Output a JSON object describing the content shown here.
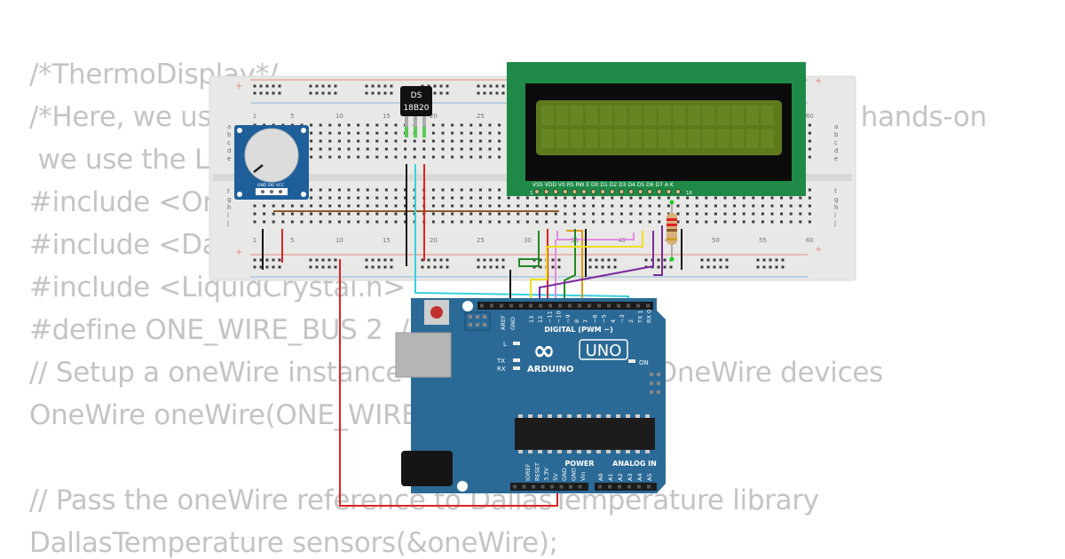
{
  "code_lines": [
    "/*ThermoDisplay*/",
    "/*Here, we us                                                                      s in hands-on",
    " we use the LI",
    "#include <On",
    "#include <Dal",
    "#include <LiquidCrystal.h>",
    "#define ONE_WIRE_BUS 2  //                     ata",
    "// Setup a oneWire instance                    h any OneWire devices",
    "OneWire oneWire(ONE_WIRE",
    "",
    "// Pass the oneWire reference to DallasTemperature library",
    "DallasTemperature sensors(&oneWire);"
  ],
  "breadboard": {
    "col_numbers": [
      "1",
      "5",
      "10",
      "15",
      "20",
      "25",
      "30",
      "35",
      "40",
      "45",
      "50",
      "55",
      "60"
    ],
    "row_letters_top": [
      "a",
      "b",
      "c",
      "d",
      "e"
    ],
    "row_letters_bottom": [
      "f",
      "g",
      "h",
      "i",
      "j"
    ],
    "rail_plus": "+",
    "rail_minus": "-"
  },
  "sensor": {
    "label_line1": "DS",
    "label_line2": "18B20"
  },
  "potentiometer": {
    "pin_labels": "GND  SIG  VCC"
  },
  "lcd": {
    "pin_header": "VSS VDD V0 RS RW E D0 D1 D2 D3 D4 D5 D6 D7 A K",
    "pin_start": "1",
    "pin_end": "16",
    "screen_color": "#5f7a1c",
    "board_color": "#1f8a48"
  },
  "arduino": {
    "logo_text": "ARDUINO",
    "model_text": "UNO",
    "digital_label": "DIGITAL (PWM ~)",
    "power_label": "POWER",
    "analog_label": "ANALOG IN",
    "on_label": "ON",
    "l_label": "L",
    "tx_label": "TX",
    "rx_label": "RX",
    "aref": "AREF",
    "gnd": "GND",
    "digital_pins": [
      "13",
      "12",
      "~11",
      "~10",
      "~9",
      "8",
      "7",
      "~6",
      "~5",
      "4",
      "~3",
      "2",
      "TX 1",
      "RX 0"
    ],
    "power_pins": [
      "IOREF",
      "RESET",
      "3.3V",
      "5V",
      "GND",
      "GND",
      "Vin"
    ],
    "analog_pins": [
      "A0",
      "A1",
      "A2",
      "A3",
      "A4",
      "A5"
    ],
    "board_color": "#2b6a96"
  }
}
